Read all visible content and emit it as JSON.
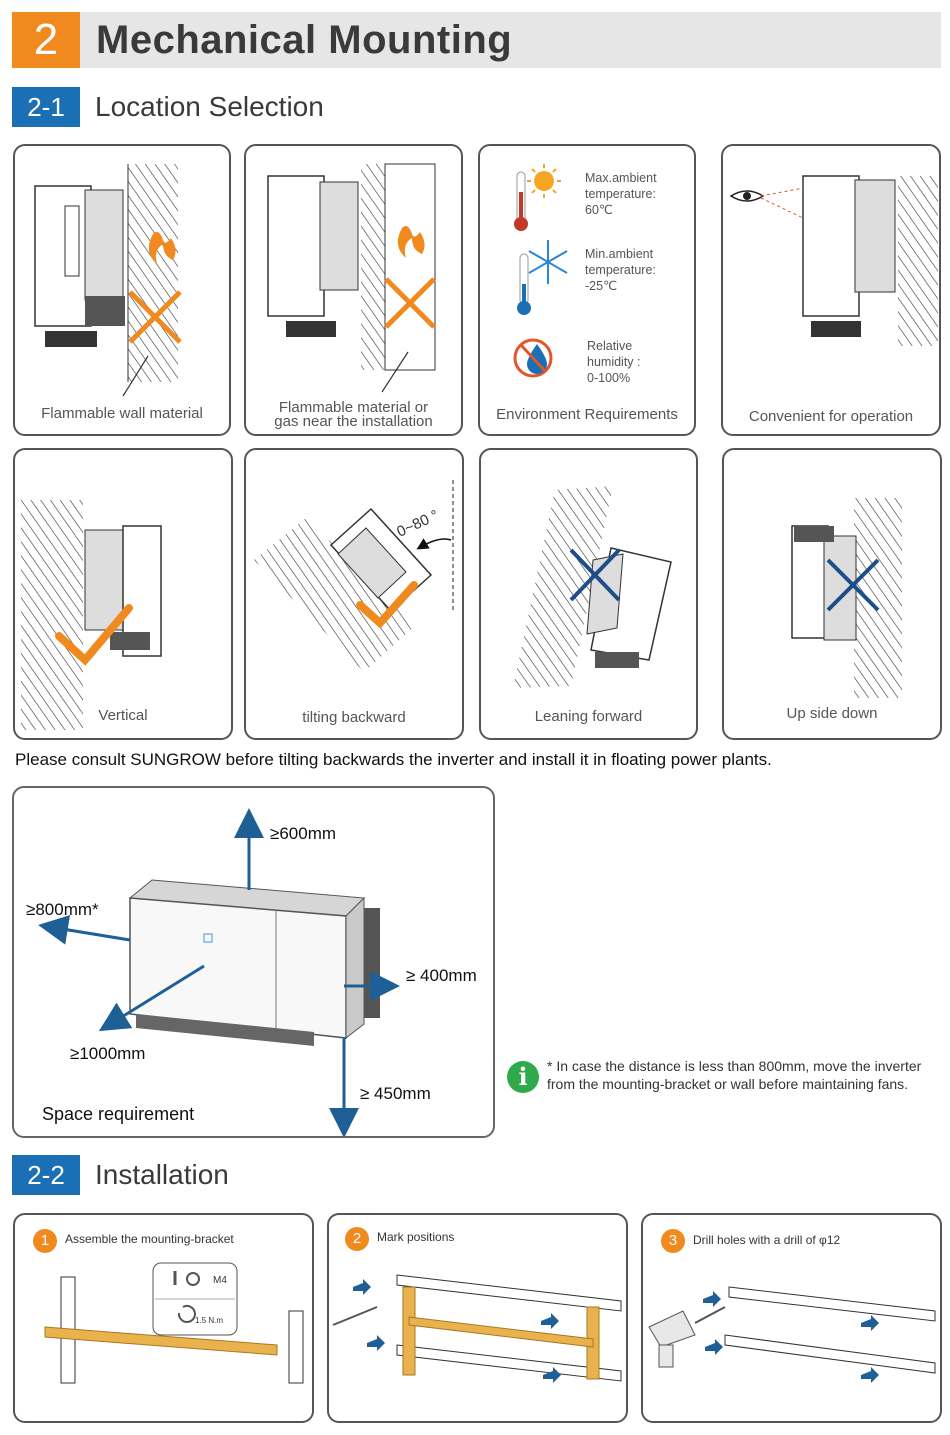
{
  "header": {
    "number": "2",
    "title": "Mechanical Mounting"
  },
  "section1": {
    "number": "2-1",
    "title": "Location Selection"
  },
  "location_cards": [
    {
      "caption": "Flammable wall material"
    },
    {
      "caption_line1": "Flammable material or",
      "caption_line2": "gas near the installation"
    },
    {
      "caption": "Environment Requirements"
    },
    {
      "caption": "Convenient for operation"
    }
  ],
  "environment": {
    "max_temp": {
      "line1": "Max.ambient",
      "line2": "temperature:",
      "value": "60℃"
    },
    "min_temp": {
      "line1": "Min.ambient",
      "line2": "temperature:",
      "value": "-25℃"
    },
    "humidity": {
      "line1": "Relative",
      "line2": "humidity :",
      "value": "0-100%"
    }
  },
  "orientation_cards": [
    {
      "caption": "Vertical"
    },
    {
      "caption": "tilting backward",
      "angle_label": "0~80 °"
    },
    {
      "caption": "Leaning forward"
    },
    {
      "caption": "Up side down"
    }
  ],
  "consult_note": "Please consult SUNGROW before tilting backwards the inverter and install it in floating power plants.",
  "space": {
    "top": "≥600mm",
    "left": "≥800mm*",
    "right": "≥ 400mm",
    "front": "≥1000mm",
    "bottom": "≥ 450mm",
    "caption": "Space requirement"
  },
  "info_note": "*  In case the distance is less than 800mm, move the inverter from the mounting-bracket or wall before maintaining fans.",
  "section2": {
    "number": "2-2",
    "title": "Installation"
  },
  "steps": [
    {
      "number": "1",
      "title": "Assemble the mounting-bracket",
      "bolt": "M4",
      "torque": "1.5 N.m"
    },
    {
      "number": "2",
      "title": "Mark positions"
    },
    {
      "number": "3",
      "title": "Drill holes with a drill of φ12"
    }
  ],
  "colors": {
    "orange": "#f08a1e",
    "blue": "#1a6fb5",
    "arrow_blue": "#1e5f96",
    "bracket": "#e9b24c",
    "green": "#2eaa4a"
  }
}
